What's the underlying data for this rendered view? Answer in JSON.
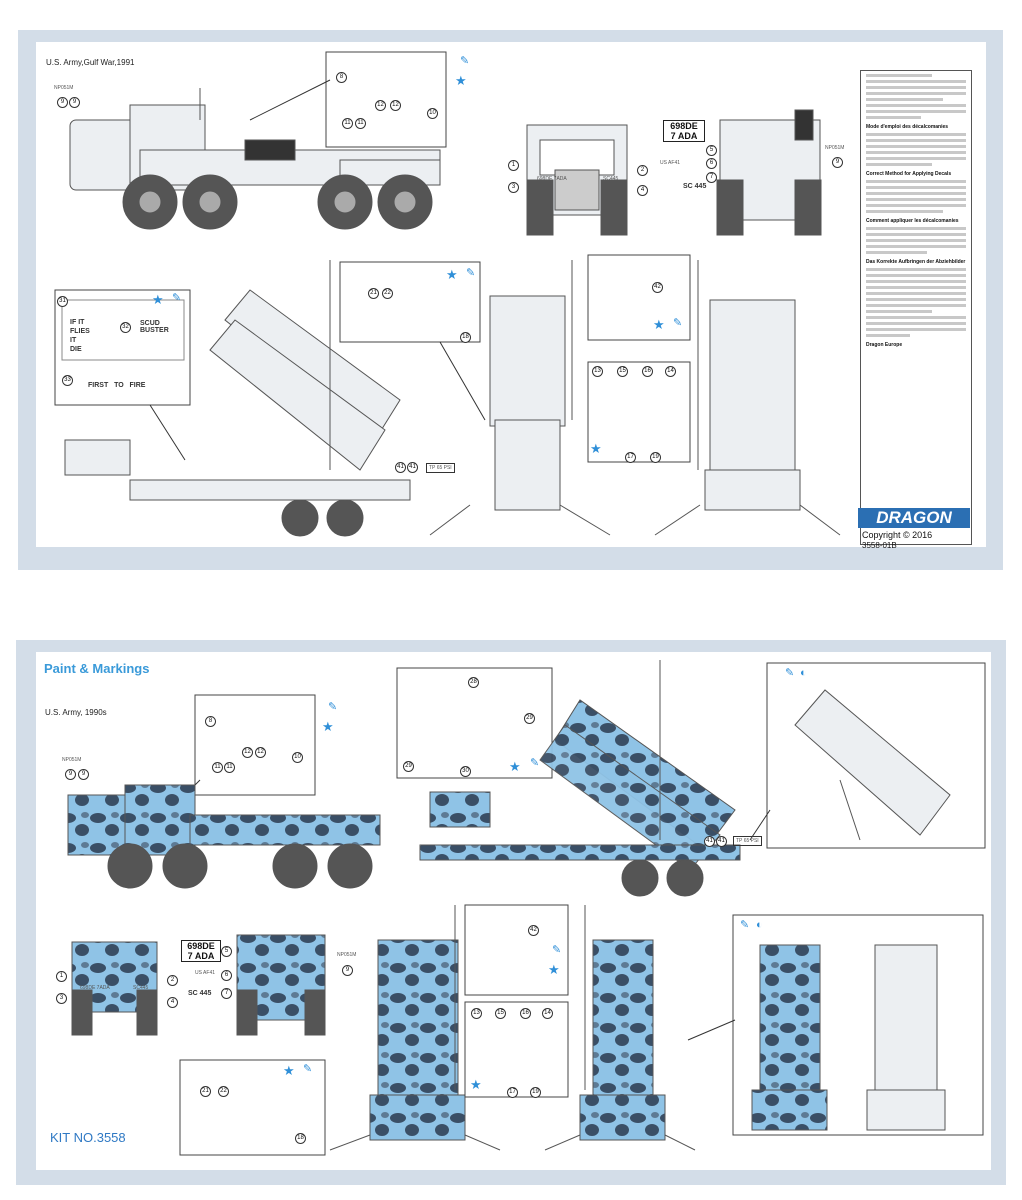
{
  "sheet1": {
    "theater_label": "U.S. Army,Gulf War,1991",
    "copyright": "Copyright © 2016",
    "part_no": "3558-01B",
    "brand": "DRAGON",
    "publisher": "Dragon Europe",
    "plate_front": [
      "698DE",
      "7 ADA"
    ],
    "plate_rear": "SC 445",
    "plate_us": "US AF41",
    "nose_code": "NP051M",
    "pressure": "TP 65 PSI",
    "sign_lines": [
      "IF",
      "IT",
      "FLIES",
      "IT",
      "DIE"
    ],
    "sign_alt": "SCUD BUSTER",
    "sign_bottom": [
      "FIRST",
      "TO",
      "FIRE"
    ],
    "front_plate_left": "698DE 7ADA",
    "front_plate_right": "SC445",
    "callouts_a": [
      "8",
      "12",
      "12",
      "11",
      "11",
      "10"
    ],
    "callouts_b": [
      "9",
      "9",
      "1",
      "3",
      "2",
      "4",
      "5",
      "6",
      "7",
      "9"
    ],
    "callouts_c": [
      "31",
      "32",
      "33",
      "21",
      "22",
      "18",
      "41",
      "41"
    ],
    "callouts_d": [
      "42",
      "13",
      "15",
      "16",
      "14",
      "17",
      "19"
    ],
    "instr_headings": [
      "Mode d'emploi des décalcomanies",
      "Correct Method for Applying Decals",
      "Comment appliquer les décalcomanies",
      "Das Korrekte Aufbringen der Abziehbilder"
    ]
  },
  "sheet2": {
    "title": "Paint & Markings",
    "subtitle": "U.S. Army, 1990s",
    "kit_number": "KIT NO.3558",
    "plate_front": [
      "698DE",
      "7 ADA"
    ],
    "plate_rear": "SC 445",
    "plate_us": "US AF41",
    "nose_code": "NP051M",
    "pressure": "TP 65 PSI",
    "front_plate_left": "698DE 7ADA",
    "front_plate_right": "SC445",
    "callouts_a": [
      "8",
      "12",
      "12",
      "11",
      "11",
      "10",
      "9",
      "9"
    ],
    "callouts_b": [
      "28",
      "29",
      "29",
      "30",
      "41",
      "41"
    ],
    "callouts_c": [
      "1",
      "3",
      "2",
      "4",
      "5",
      "6",
      "7",
      "9"
    ],
    "callouts_d": [
      "42",
      "13",
      "15",
      "16",
      "14",
      "17",
      "19",
      "21",
      "22",
      "18"
    ]
  },
  "colors": {
    "sheet_bg": "#d3dde8",
    "accent_blue": "#3a9ad9",
    "camo_light": "#8fc3e6",
    "camo_dark": "#3a4f66",
    "logo_blue": "#2b6fb3"
  }
}
